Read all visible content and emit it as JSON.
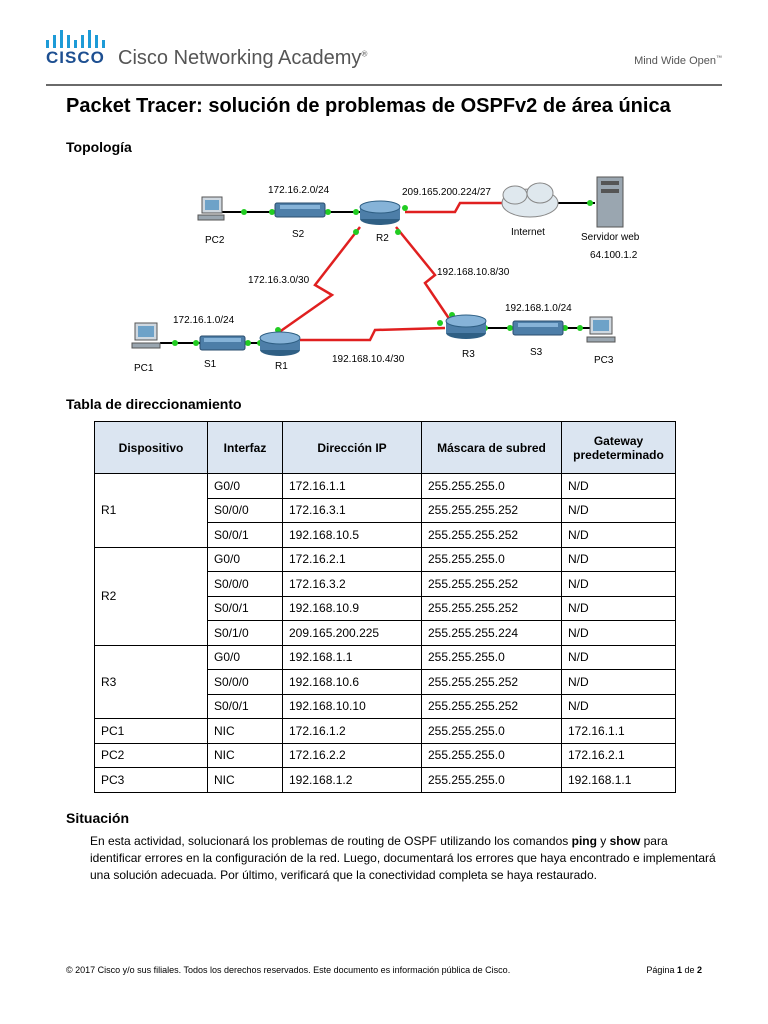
{
  "header": {
    "logo_word": "CISCO",
    "brand": "Cisco Networking Academy",
    "registered": "®",
    "tagline": "Mind Wide Open",
    "trademark": "™"
  },
  "title": "Packet Tracer: solución de problemas de OSPFv2 de área única",
  "sections": {
    "topology": "Topología",
    "addressing": "Tabla de direccionamiento",
    "situation": "Situación"
  },
  "topology": {
    "devices": {
      "pc2": "PC2",
      "s2": "S2",
      "r2": "R2",
      "internet": "Internet",
      "server": "Servidor web",
      "server_ip": "64.100.1.2",
      "pc1": "PC1",
      "s1": "S1",
      "r1": "R1",
      "r3": "R3",
      "s3": "S3",
      "pc3": "PC3"
    },
    "networks": {
      "lan2": "172.16.2.0/24",
      "wan_isp": "209.165.200.224/27",
      "r1_r2": "172.16.3.0/30",
      "r2_r3": "192.168.10.8/30",
      "lan3": "192.168.1.0/24",
      "lan1": "172.16.1.0/24",
      "r1_r3": "192.168.10.4/30"
    },
    "colors": {
      "serial": "#e02020",
      "ethernet": "#000000",
      "port": "#22cc22"
    }
  },
  "table": {
    "headers": [
      "Dispositivo",
      "Interfaz",
      "Dirección IP",
      "Máscara de subred",
      "Gateway predeterminado"
    ],
    "groups": [
      {
        "device": "R1",
        "rows": [
          [
            "G0/0",
            "172.16.1.1",
            "255.255.255.0",
            "N/D"
          ],
          [
            "S0/0/0",
            "172.16.3.1",
            "255.255.255.252",
            "N/D"
          ],
          [
            "S0/0/1",
            "192.168.10.5",
            "255.255.255.252",
            "N/D"
          ]
        ]
      },
      {
        "device": "R2",
        "rows": [
          [
            "G0/0",
            "172.16.2.1",
            "255.255.255.0",
            "N/D"
          ],
          [
            "S0/0/0",
            "172.16.3.2",
            "255.255.255.252",
            "N/D"
          ],
          [
            "S0/0/1",
            "192.168.10.9",
            "255.255.255.252",
            "N/D"
          ],
          [
            "S0/1/0",
            "209.165.200.225",
            "255.255.255.224",
            "N/D"
          ]
        ]
      },
      {
        "device": "R3",
        "rows": [
          [
            "G0/0",
            "192.168.1.1",
            "255.255.255.0",
            "N/D"
          ],
          [
            "S0/0/0",
            "192.168.10.6",
            "255.255.255.252",
            "N/D"
          ],
          [
            "S0/0/1",
            "192.168.10.10",
            "255.255.255.252",
            "N/D"
          ]
        ]
      },
      {
        "device": "PC1",
        "rows": [
          [
            "NIC",
            "172.16.1.2",
            "255.255.255.0",
            "172.16.1.1"
          ]
        ]
      },
      {
        "device": "PC2",
        "rows": [
          [
            "NIC",
            "172.16.2.2",
            "255.255.255.0",
            "172.16.2.1"
          ]
        ]
      },
      {
        "device": "PC3",
        "rows": [
          [
            "NIC",
            "192.168.1.2",
            "255.255.255.0",
            "192.168.1.1"
          ]
        ]
      }
    ]
  },
  "situation": {
    "p1": "En esta actividad, solucionará los problemas de routing de OSPF utilizando los comandos ",
    "b1": "ping",
    "p2": " y ",
    "b2": "show",
    "p3": " para identificar errores en la configuración de la red. Luego, documentará los errores que haya encontrado e implementará una solución adecuada. Por último, verificará que la conectividad completa se haya restaurado."
  },
  "footer": {
    "copyright": "© 2017 Cisco y/o sus filiales. Todos los derechos reservados. Este documento es información pública de Cisco.",
    "page_label": "Página ",
    "page_current": "1",
    "page_sep": " de ",
    "page_total": "2"
  }
}
